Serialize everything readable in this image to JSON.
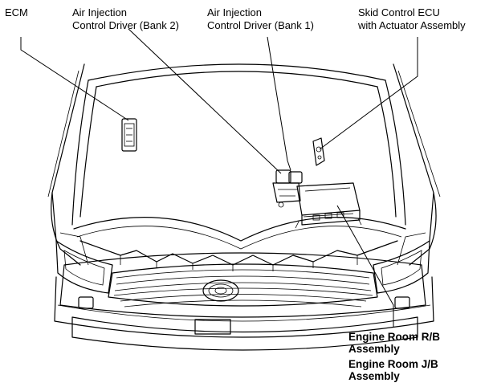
{
  "labels": {
    "ecm": "ECM",
    "air_bank2": [
      "Air Injection",
      "Control Driver (Bank 2)"
    ],
    "air_bank1": [
      "Air Injection",
      "Control Driver (Bank 1)"
    ],
    "skid": [
      "Skid Control ECU",
      "with Actuator Assembly"
    ],
    "engine_rb": [
      "Engine Room R/B",
      "Assembly"
    ],
    "engine_jb": [
      "Engine Room J/B",
      "Assembly"
    ]
  }
}
